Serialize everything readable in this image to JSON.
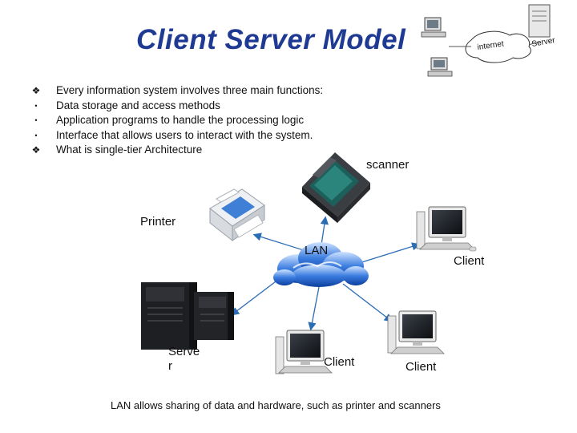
{
  "slide": {
    "title": "Client Server Model",
    "bullets": [
      {
        "marker": "diamond",
        "text": "Every information system involves three main functions:"
      },
      {
        "marker": "dot",
        "text": "Data storage and access methods"
      },
      {
        "marker": "dot",
        "text": "Application programs to handle the processing logic"
      },
      {
        "marker": "dot",
        "text": "Interface that allows users to interact with the system."
      },
      {
        "marker": "diamond",
        "text": "What is single-tier Architecture"
      }
    ],
    "labels": {
      "scanner": "scanner",
      "printer": "Printer",
      "lan": "LAN",
      "client_right": "Client",
      "server_line1": "Serve",
      "server_line2": "r",
      "client_bottom_center": "Client",
      "client_bottom_right": "Client"
    },
    "header_graphic": {
      "internet": "internet",
      "server": "Server"
    },
    "caption": "LAN allows sharing of data and hardware, such as printer and scanners"
  }
}
